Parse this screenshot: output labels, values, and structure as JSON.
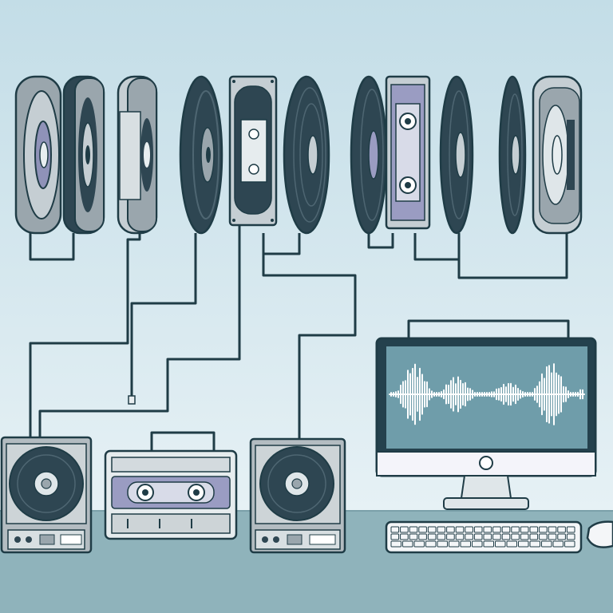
{
  "palette": {
    "sky_top": "#c3dde7",
    "sky_bottom": "#e6f1f5",
    "desk": "#8fb3bb",
    "outline": "#1f3c46",
    "dark_slate": "#2e4652",
    "mid_grey": "#9aa6ad",
    "light_grey": "#c5ced3",
    "lavender": "#9a9cc2",
    "screen": "#6f9daa",
    "waveform": "#ffffff",
    "device_body": "#b3bcc1"
  },
  "media_row": [
    {
      "kind": "reel",
      "icon": "tape-reel-icon"
    },
    {
      "kind": "reel",
      "icon": "tape-reel-icon"
    },
    {
      "kind": "reel",
      "icon": "tape-reel-icon"
    },
    {
      "kind": "disc",
      "icon": "vinyl-disc-icon"
    },
    {
      "kind": "cassette-vertical",
      "icon": "cassette-tape-icon"
    },
    {
      "kind": "disc",
      "icon": "vinyl-disc-icon"
    },
    {
      "kind": "disc",
      "icon": "vinyl-disc-icon"
    },
    {
      "kind": "cassette-vertical",
      "icon": "cassette-tape-icon"
    },
    {
      "kind": "disc",
      "icon": "vinyl-disc-icon"
    },
    {
      "kind": "disc",
      "icon": "vinyl-disc-icon"
    },
    {
      "kind": "reel",
      "icon": "tape-reel-icon"
    }
  ],
  "devices": [
    {
      "kind": "turntable",
      "icon": "record-player-icon"
    },
    {
      "kind": "cassette-deck",
      "icon": "cassette-deck-icon"
    },
    {
      "kind": "turntable",
      "icon": "record-player-icon"
    }
  ],
  "computer": {
    "icon": "desktop-monitor-icon",
    "screen_content": "audio-waveform"
  },
  "peripherals": [
    {
      "kind": "keyboard",
      "icon": "keyboard-icon"
    },
    {
      "kind": "mouse",
      "icon": "mouse-icon"
    }
  ]
}
